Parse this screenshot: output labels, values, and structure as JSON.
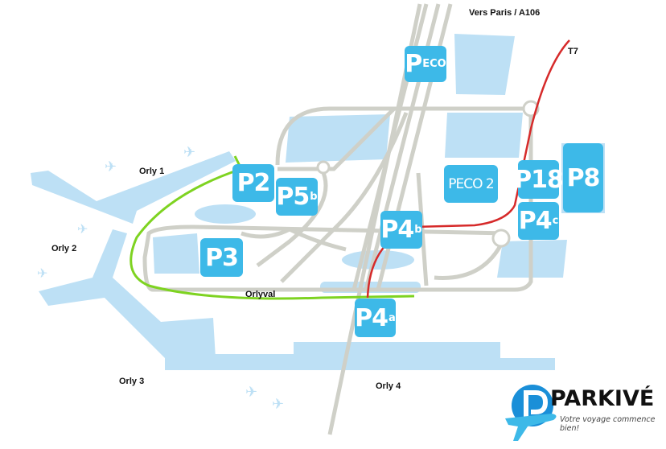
{
  "colors": {
    "terminal": "#bde0f5",
    "road": "#cfd0c8",
    "parking": "#3db9e8",
    "orlyval": "#7ed321",
    "t7": "#d62a2a"
  },
  "labels": {
    "vers_paris": "Vers Paris / A106",
    "t7": "T7",
    "orly1": "Orly 1",
    "orly2": "Orly 2",
    "orly3": "Orly 3",
    "orly4": "Orly 4",
    "orlyval": "Orlyval"
  },
  "parkings": {
    "peco": {
      "main": "P",
      "sub": "ECO"
    },
    "p2": {
      "main": "P2"
    },
    "p5b": {
      "main": "P5",
      "sub": "b"
    },
    "p3": {
      "main": "P3"
    },
    "p4b": {
      "main": "P4",
      "sub": "b"
    },
    "peco2": {
      "main": "PECO 2"
    },
    "p18": {
      "main": "P18"
    },
    "p8": {
      "main": "P8"
    },
    "p4c": {
      "main": "P4",
      "sub": "c"
    },
    "p4a": {
      "main": "P4",
      "sub": "a"
    }
  },
  "logo": {
    "name": "PARKIVÉ",
    "tagline": "Votre voyage commence bien!"
  }
}
